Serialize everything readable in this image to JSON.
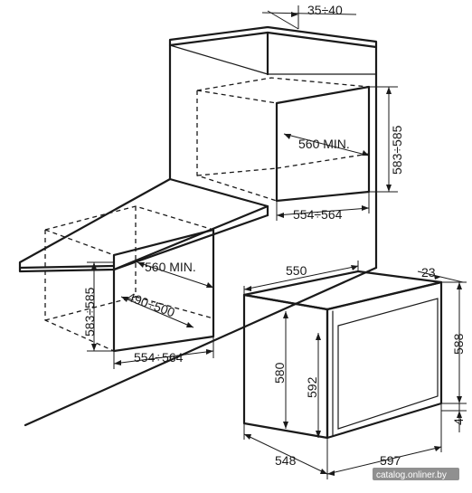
{
  "dimensions": {
    "top_gap": "35÷40",
    "column_opening_width": "554÷564",
    "column_opening_height": "583÷585",
    "column_min_depth": "560 MIN.",
    "counter_min_depth": "560 MIN.",
    "counter_opening_height": "583÷585",
    "counter_depth": "490÷500",
    "counter_opening_width": "554÷564",
    "oven_top_depth": "550",
    "oven_frame_thickness": "23",
    "oven_front_height": "588",
    "oven_body_height": "580",
    "oven_inner_height": "592",
    "oven_bottom_offset": "4",
    "oven_body_depth": "548",
    "oven_front_width": "597"
  },
  "watermark": "catalog.onliner.by"
}
